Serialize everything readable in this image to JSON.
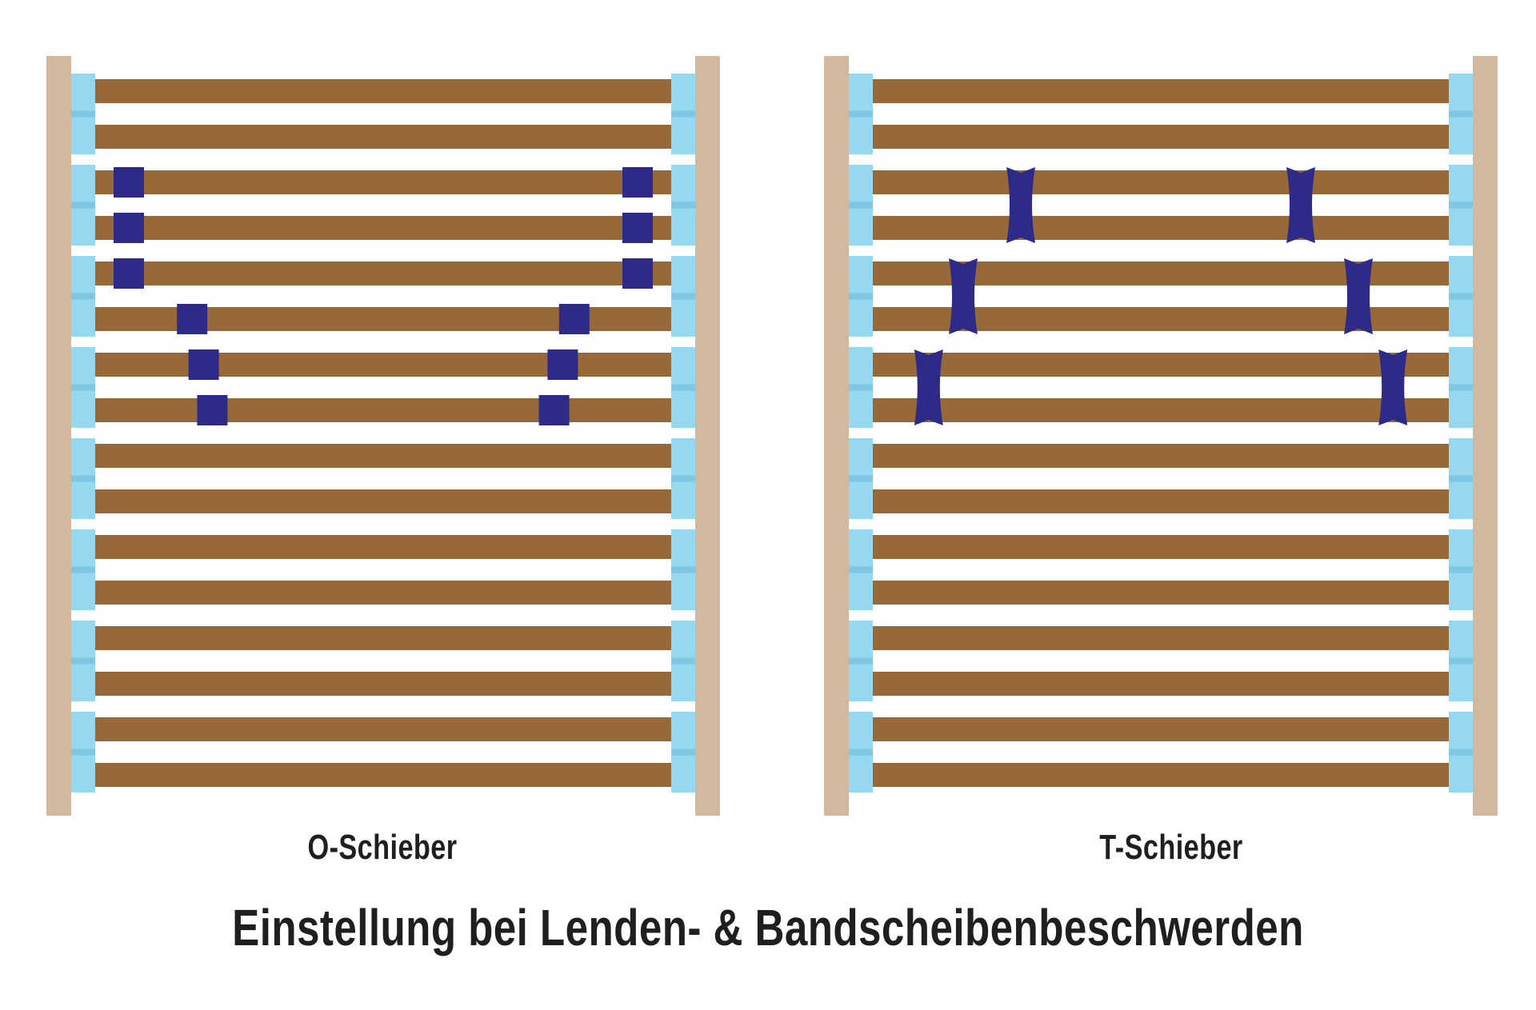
{
  "colors": {
    "frame": "#d1b9a0",
    "slat": "#976938",
    "cap": "#96d8f0",
    "cap_shade": "#7fc6e2",
    "slider": "#2e2a87"
  },
  "slat_count": 16,
  "panels": [
    {
      "id": "left",
      "label": "O-Schieber",
      "slider_shape": "square",
      "slider_icon": "square-slider-icon",
      "sliders": [
        {
          "side": "left",
          "slat": 3,
          "setting": 0.05
        },
        {
          "side": "left",
          "slat": 4,
          "setting": 0.05
        },
        {
          "side": "left",
          "slat": 5,
          "setting": 0.05
        },
        {
          "side": "left",
          "slat": 6,
          "setting": 0.27
        },
        {
          "side": "left",
          "slat": 7,
          "setting": 0.31
        },
        {
          "side": "left",
          "slat": 8,
          "setting": 0.34
        },
        {
          "side": "right",
          "slat": 3,
          "setting": 0.05
        },
        {
          "side": "right",
          "slat": 4,
          "setting": 0.05
        },
        {
          "side": "right",
          "slat": 5,
          "setting": 0.05
        },
        {
          "side": "right",
          "slat": 6,
          "setting": 0.27
        },
        {
          "side": "right",
          "slat": 7,
          "setting": 0.31
        },
        {
          "side": "right",
          "slat": 8,
          "setting": 0.34
        }
      ]
    },
    {
      "id": "right",
      "label": "T-Schieber",
      "slider_shape": "t-shape",
      "slider_icon": "t-slider-icon",
      "sliders": [
        {
          "side": "left",
          "slats": [
            3,
            4
          ],
          "setting": 0.45
        },
        {
          "side": "left",
          "slats": [
            5,
            6
          ],
          "setting": 0.25
        },
        {
          "side": "left",
          "slats": [
            7,
            8
          ],
          "setting": 0.13
        },
        {
          "side": "right",
          "slats": [
            3,
            4
          ],
          "setting": 0.45
        },
        {
          "side": "right",
          "slats": [
            5,
            6
          ],
          "setting": 0.25
        },
        {
          "side": "right",
          "slats": [
            7,
            8
          ],
          "setting": 0.13
        }
      ]
    }
  ],
  "caption": "Einstellung bei Lenden- & Bandscheibenbeschwerden"
}
